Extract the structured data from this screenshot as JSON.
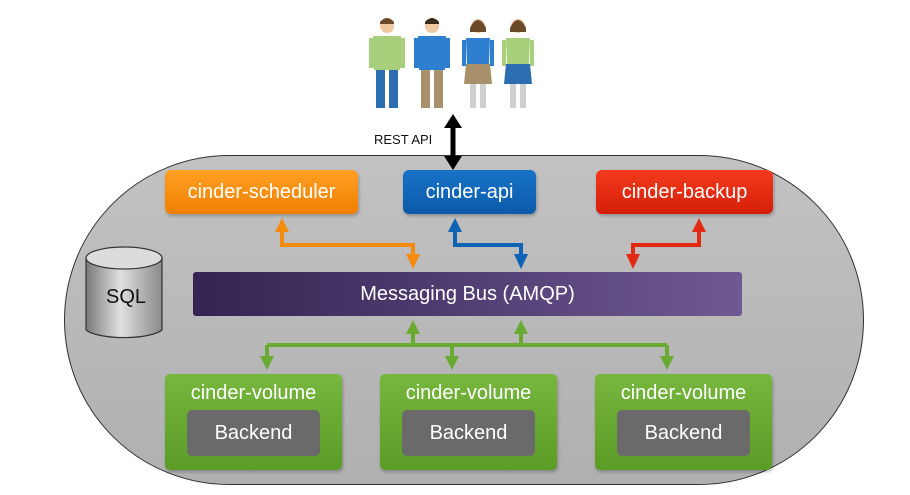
{
  "rest_api_label": "REST API",
  "services": {
    "scheduler": "cinder-scheduler",
    "api": "cinder-api",
    "backup": "cinder-backup"
  },
  "bus_label": "Messaging Bus (AMQP)",
  "database_label": "SQL",
  "volumes": [
    {
      "title": "cinder-volume",
      "backend": "Backend"
    },
    {
      "title": "cinder-volume",
      "backend": "Backend"
    },
    {
      "title": "cinder-volume",
      "backend": "Backend"
    }
  ],
  "colors": {
    "scheduler": "#f58b0c",
    "api": "#0f63b5",
    "backup": "#e22a12",
    "volume": "#69aa33",
    "bus": "#4f3f73",
    "capsule": "#b9b9b9"
  },
  "icons": [
    "user-icon",
    "user-icon",
    "user-icon",
    "user-icon",
    "database-icon"
  ]
}
